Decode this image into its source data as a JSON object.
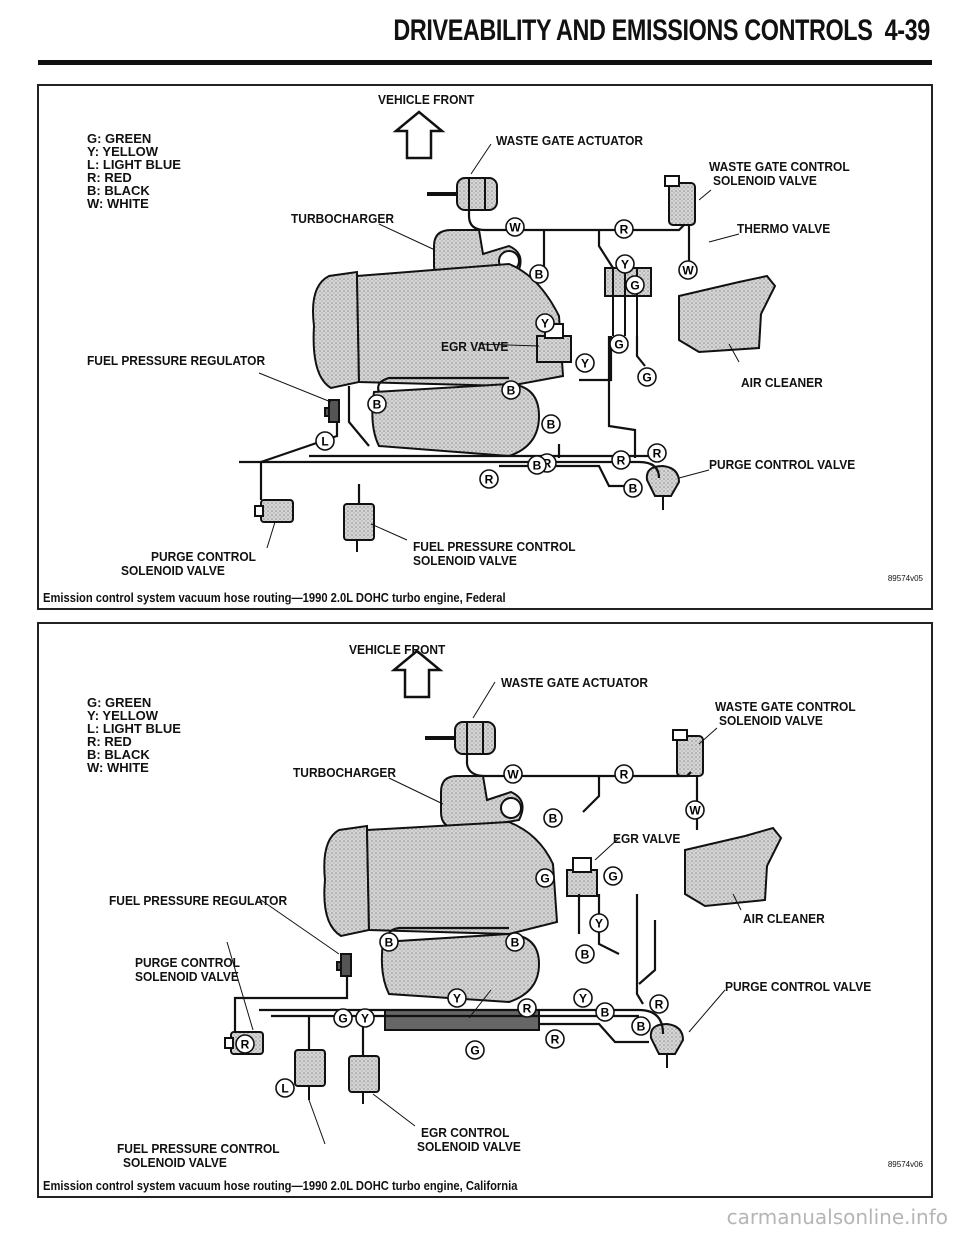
{
  "header": {
    "title": "DRIVEABILITY AND EMISSIONS CONTROLS",
    "page_number": "4-39"
  },
  "legend": [
    "G: GREEN",
    "Y: YELLOW",
    "L: LIGHT BLUE",
    "R: RED",
    "B: BLACK",
    "W: WHITE"
  ],
  "diagram_1": {
    "vehicle_front": "VEHICLE FRONT",
    "waste_gate_actuator": "WASTE GATE ACTUATOR",
    "waste_gate_control": "WASTE GATE CONTROL",
    "solenoid_valve": "SOLENOID VALVE",
    "turbocharger": "TURBOCHARGER",
    "thermo_valve": "THERMO VALVE",
    "egr_valve": "EGR VALVE",
    "fuel_pressure_regulator": "FUEL PRESSURE REGULATOR",
    "air_cleaner": "AIR CLEANER",
    "purge_control_valve": "PURGE CONTROL VALVE",
    "purge_control": "PURGE CONTROL",
    "purge_solenoid_valve": "SOLENOID VALVE",
    "fuel_pressure_control": "FUEL PRESSURE CONTROL",
    "fuel_pressure_solenoid_valve": "SOLENOID VALVE",
    "caption": "Emission control system vacuum hose routing—1990 2.0L DOHC turbo engine, Federal",
    "code": "89574v05"
  },
  "diagram_2": {
    "vehicle_front": "VEHICLE FRONT",
    "waste_gate_actuator": "WASTE GATE ACTUATOR",
    "waste_gate_control": "WASTE GATE CONTROL",
    "solenoid_valve": "SOLENOID VALVE",
    "turbocharger": "TURBOCHARGER",
    "egr_valve": "EGR VALVE",
    "fuel_pressure_regulator": "FUEL PRESSURE REGULATOR",
    "air_cleaner": "AIR CLEANER",
    "purge_control": "PURGE CONTROL",
    "purge_solenoid_valve": "SOLENOID VALVE",
    "purge_control_valve": "PURGE CONTROL VALVE",
    "egr_control": "EGR CONTROL",
    "egr_solenoid_valve": "SOLENOID VALVE",
    "fuel_pressure_control": "FUEL PRESSURE CONTROL",
    "fuel_pressure_solenoid_valve": "SOLENOID VALVE",
    "caption": "Emission control system vacuum hose routing—1990 2.0L DOHC turbo engine, California",
    "code": "89574v06"
  },
  "hose_letters_1": [
    "W",
    "R",
    "B",
    "Y",
    "G",
    "W",
    "Y",
    "G",
    "Y",
    "G",
    "B",
    "B",
    "L",
    "B",
    "R",
    "R",
    "B",
    "R",
    "R",
    "B"
  ],
  "hose_letters_2": [
    "W",
    "R",
    "B",
    "W",
    "G",
    "G",
    "Y",
    "B",
    "B",
    "Y",
    "Y",
    "R",
    "B",
    "R",
    "B",
    "B",
    "R",
    "G",
    "Y",
    "G",
    "R",
    "L"
  ],
  "watermark": "carmanualsonline.info"
}
